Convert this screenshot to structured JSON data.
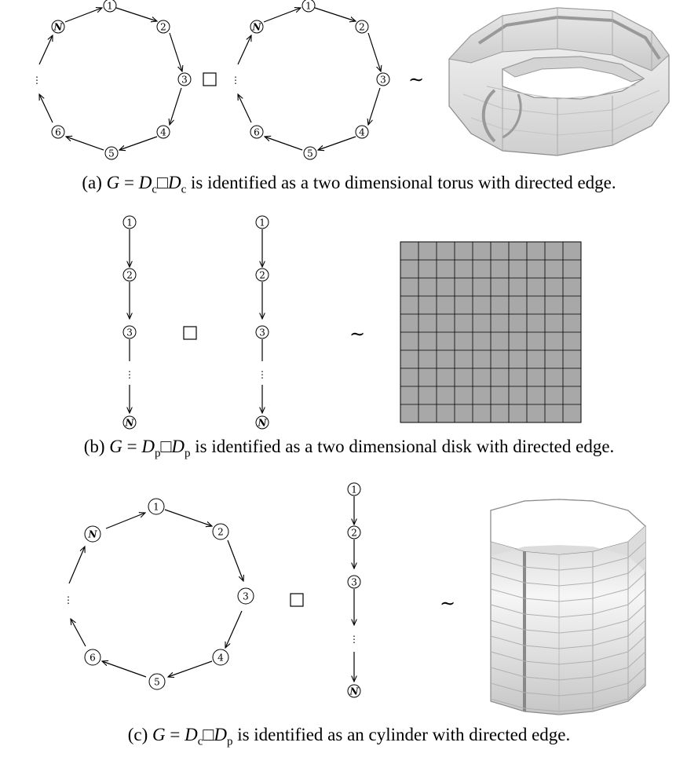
{
  "panels": [
    {
      "id": "a",
      "caption": {
        "prefix": "(a) ",
        "formula": {
          "lhs": "G",
          "eq": " = ",
          "d1": "D",
          "s1": "c",
          "op": "□",
          "d2": "D",
          "s2": "c"
        },
        "text": " is identified as a two dimensional torus with directed edge."
      },
      "cycle_nodes": [
        "1",
        "2",
        "3",
        "4",
        "5",
        "6",
        "⋮",
        "N"
      ],
      "product_symbol": "□",
      "equiv_symbol": "∼"
    },
    {
      "id": "b",
      "caption": {
        "prefix": "(b) ",
        "formula": {
          "lhs": "G",
          "eq": " = ",
          "d1": "D",
          "s1": "p",
          "op": "□",
          "d2": "D",
          "s2": "p"
        },
        "text": " is identified as a two dimensional disk with directed edge."
      },
      "path_nodes": [
        "1",
        "2",
        "3",
        "⋮",
        "N"
      ],
      "product_symbol": "□",
      "equiv_symbol": "∼"
    },
    {
      "id": "c",
      "caption": {
        "prefix": "(c) ",
        "formula": {
          "lhs": "G",
          "eq": " = ",
          "d1": "D",
          "s1": "c",
          "op": "□",
          "d2": "D",
          "s2": "p"
        },
        "text": " is identified as an cylinder with directed edge."
      },
      "cycle_nodes": [
        "1",
        "2",
        "3",
        "4",
        "5",
        "6",
        "⋮",
        "N"
      ],
      "path_nodes": [
        "1",
        "2",
        "3",
        "⋮",
        "N"
      ],
      "product_symbol": "□",
      "equiv_symbol": "∼"
    }
  ],
  "colors": {
    "stroke": "#000000",
    "grid_fill": "#a8a8a8",
    "surface_light": "#f2f2f2",
    "surface_mid": "#d6d6d6",
    "surface_dark": "#b3b3b3",
    "seam": "#8c8c8c"
  }
}
